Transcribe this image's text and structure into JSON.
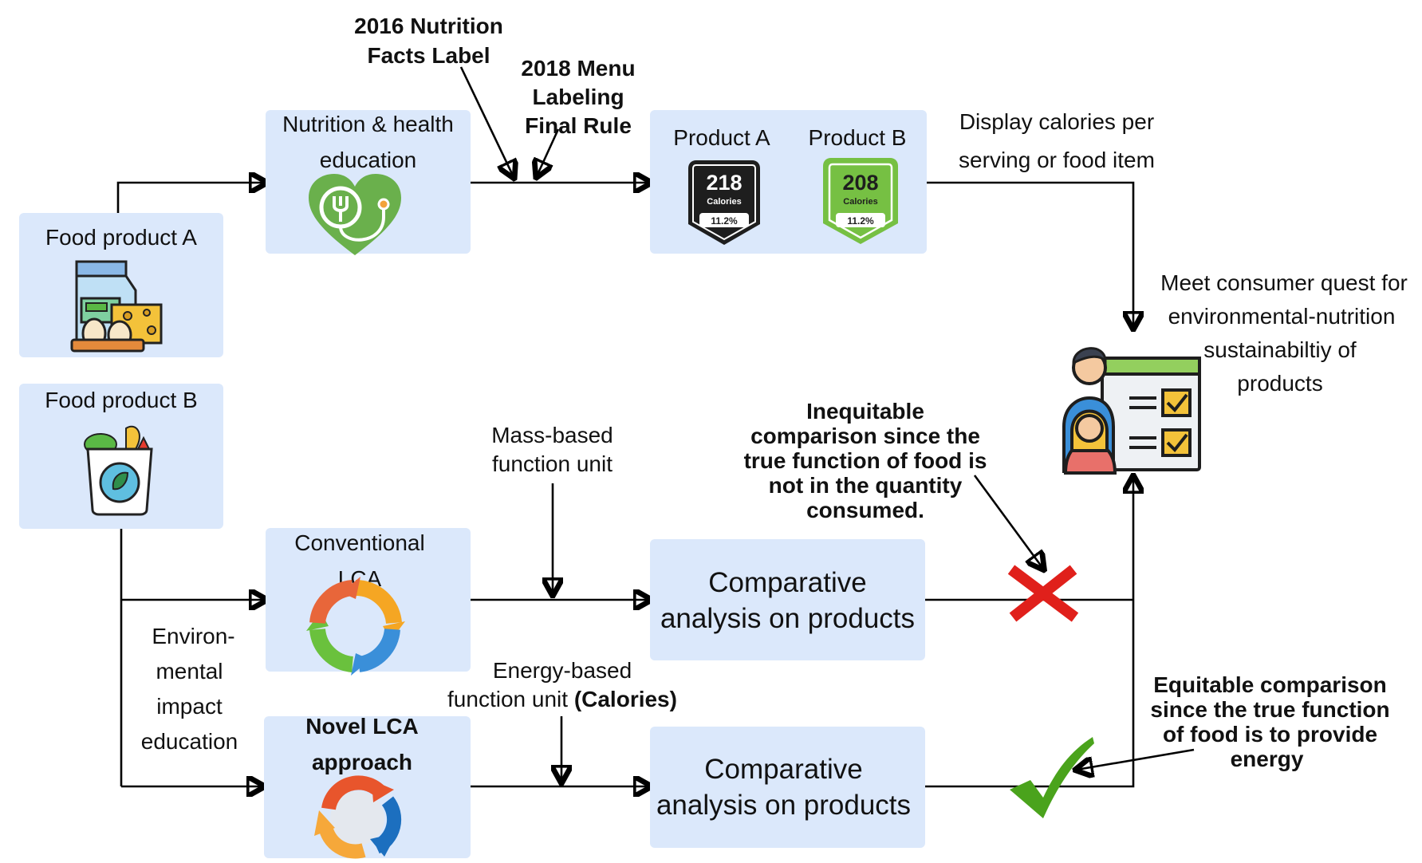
{
  "boxes": {
    "food_a": "Food product A",
    "food_b": "Food product B",
    "nutrition": [
      "Nutrition & health",
      "education"
    ],
    "products": {
      "a_title": "Product A",
      "b_title": "Product B"
    },
    "conventional": [
      "Conventional",
      "LCA"
    ],
    "novel": [
      "Novel LCA",
      "approach"
    ],
    "comparative1": [
      "Comparative",
      "analysis on products"
    ],
    "comparative2": [
      "Comparative",
      "analysis on products"
    ]
  },
  "badges": {
    "a": {
      "value": "218",
      "unit": "Calories",
      "pct": "11.2%"
    },
    "b": {
      "value": "208",
      "unit": "Calories",
      "pct": "11.2%"
    }
  },
  "labels": {
    "label_2016": [
      "2016 Nutrition",
      "Facts Label"
    ],
    "label_2018": [
      "2018 Menu",
      "Labeling",
      "Final Rule"
    ],
    "display": [
      "Display calories per",
      "serving or food item"
    ],
    "consumer": [
      "Meet consumer quest for",
      "environmental-nutrition",
      "sustainabiltiy of",
      "products"
    ],
    "mass": [
      "Mass-based",
      "function unit"
    ],
    "energy_line1": "Energy-based",
    "energy_line2": "function unit",
    "energy_bold": "(Calories)",
    "inequitable": [
      "Inequitable",
      "comparison since the",
      "true function of food is",
      "not in the quantity",
      "consumed."
    ],
    "equitable": [
      "Equitable comparison",
      "since the true function",
      "of food is to provide",
      "energy"
    ],
    "env": [
      "Environ-",
      "mental",
      "impact",
      "education"
    ]
  },
  "colors": {
    "box_fill": "#dbe8fb",
    "cross": "#e0201b",
    "check": "#4aa31c",
    "badge_dark": "#1e1e1e",
    "badge_green": "#76c043"
  },
  "icons": [
    "milk-eggs-cheese-icon",
    "grocery-bag-icon",
    "heart-stethoscope-icon",
    "recycle-arrows-icon",
    "novel-cycle-icon",
    "consumer-checklist-icon",
    "red-cross-icon",
    "green-check-icon"
  ]
}
